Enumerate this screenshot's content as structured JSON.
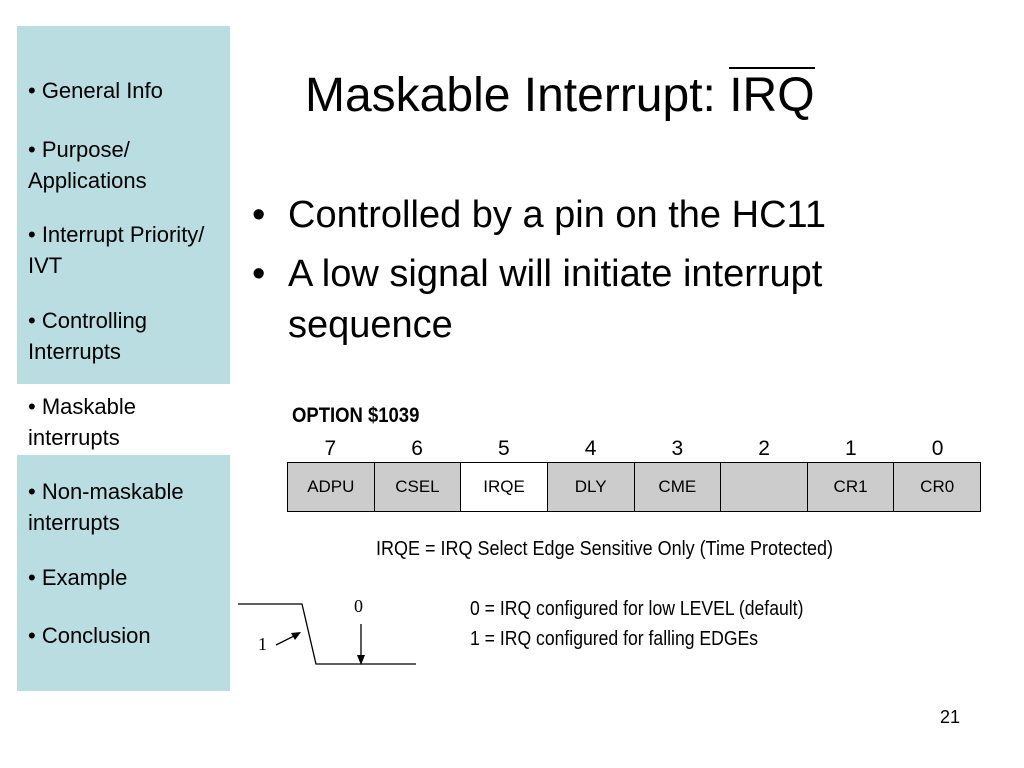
{
  "sidebar": {
    "items": [
      {
        "label": "• General Info"
      },
      {
        "label": "• Purpose/ Applications"
      },
      {
        "label": "• Interrupt Priority/ IVT"
      },
      {
        "label": "• Controlling Interrupts"
      },
      {
        "label": "• Maskable interrupts"
      },
      {
        "label": "• Non-maskable interrupts"
      },
      {
        "label": "• Example"
      },
      {
        "label": "• Conclusion"
      }
    ],
    "active_index": 4
  },
  "title": {
    "prefix": "Maskable Interrupt: ",
    "overlined": "IRQ"
  },
  "bullets": [
    "Controlled by a pin on the HC11",
    "A low signal will initiate interrupt sequence"
  ],
  "bullet_glyph": "•",
  "register": {
    "label": "OPTION $1039",
    "bit_numbers": [
      "7",
      "6",
      "5",
      "4",
      "3",
      "2",
      "1",
      "0"
    ],
    "cells": [
      "ADPU",
      "CSEL",
      "IRQE",
      "DLY",
      "CME",
      "",
      "CR1",
      "CR0"
    ],
    "highlight_index": 2
  },
  "irqe_description": "IRQE = IRQ Select Edge Sensitive Only (Time Protected)",
  "configs": [
    "0 = IRQ configured for low LEVEL (default)",
    "1 = IRQ configured for falling EDGEs"
  ],
  "waveform": {
    "label_high": "1",
    "label_low": "0"
  },
  "slide_number": "21",
  "colors": {
    "sidebar": "#b9dde1",
    "register_cell": "#cccccc"
  }
}
